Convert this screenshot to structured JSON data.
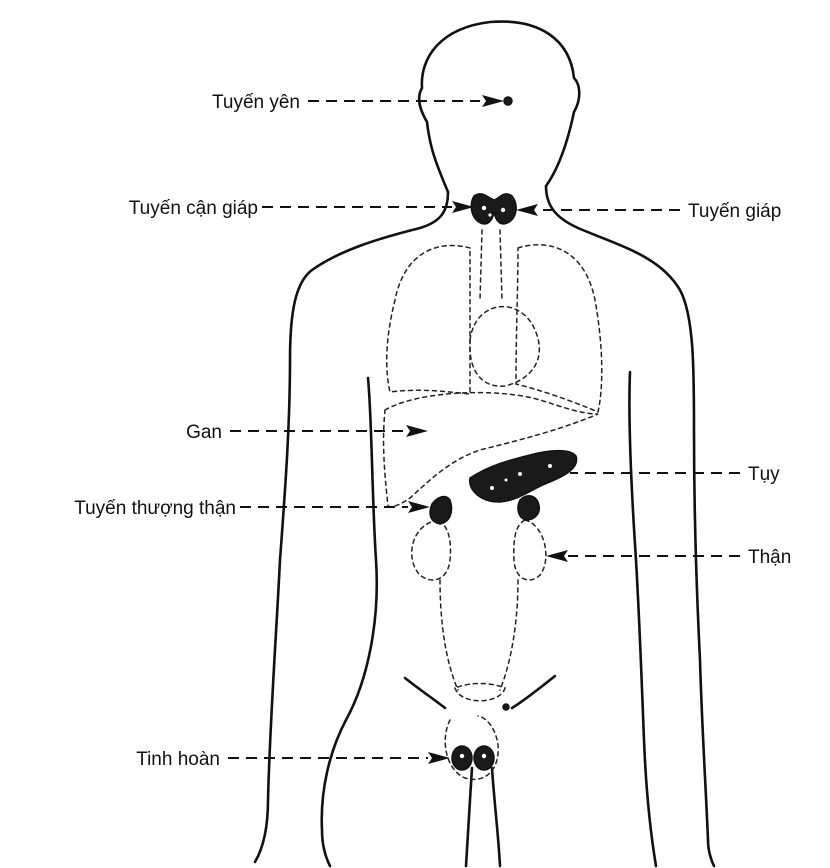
{
  "labels": {
    "pituitary": "Tuyến yên",
    "parathyroid": "Tuyến cận giáp",
    "thyroid": "Tuyến giáp",
    "liver": "Gan",
    "pancreas": "Tụy",
    "adrenal": "Tuyến thượng thận",
    "kidney": "Thận",
    "testis": "Tinh hoàn"
  }
}
